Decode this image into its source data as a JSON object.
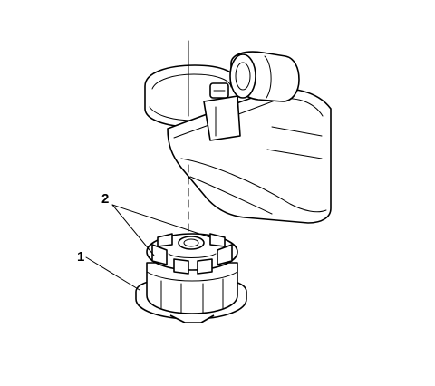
{
  "callouts": [
    {
      "number": "1",
      "refers_to": "mount-base"
    },
    {
      "number": "2",
      "refers_to": "mount-locating-tabs"
    }
  ]
}
